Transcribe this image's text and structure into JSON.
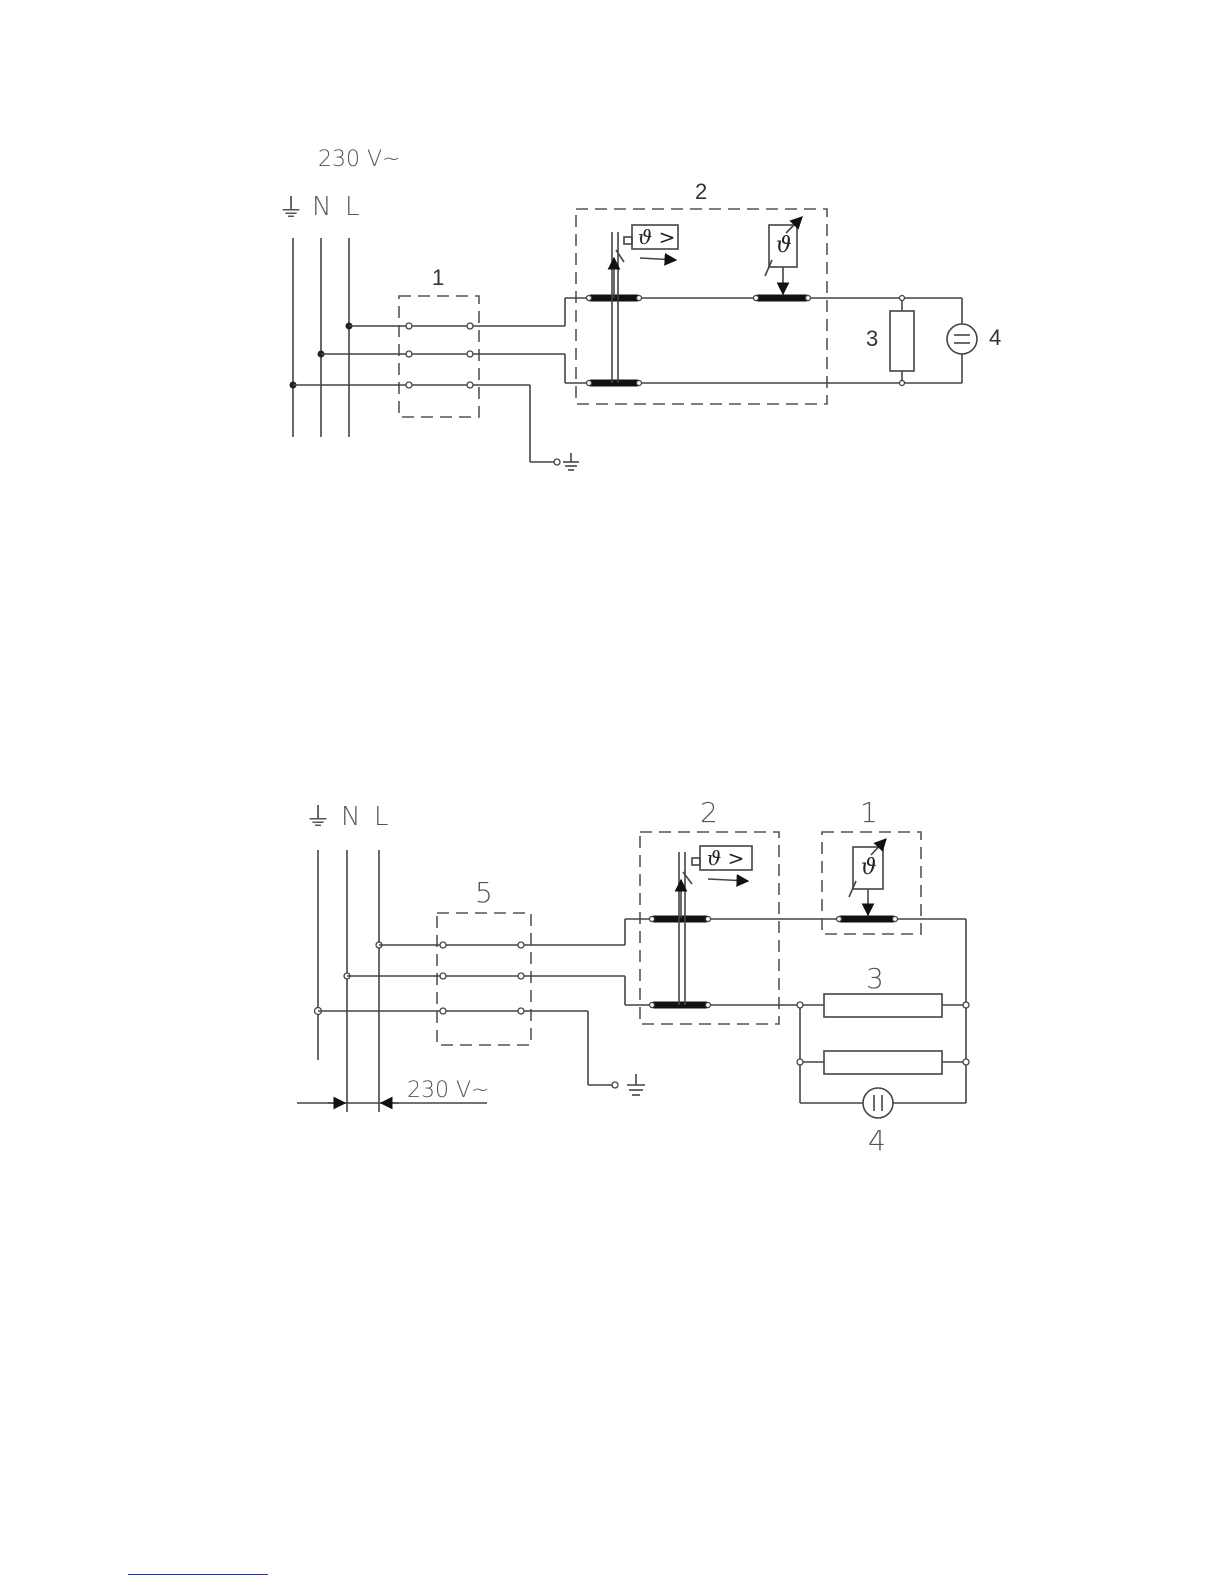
{
  "diagram1": {
    "supply_voltage": "230 V~",
    "conductor_labels": [
      "⏚",
      "N",
      "L"
    ],
    "component_labels": {
      "terminal_block": "1",
      "thermostat_unit": "2",
      "resistor": "3",
      "lamp": "4"
    },
    "sensor_symbol": "ϑ",
    "limiter_symbol": "ϑ >"
  },
  "diagram2": {
    "supply_voltage": "230 V~",
    "conductor_labels": [
      "⏚",
      "N",
      "L"
    ],
    "component_labels": {
      "thermostat_unit": "1",
      "limiter_unit": "2",
      "resistor": "3",
      "lamp": "4",
      "terminal_block": "5"
    },
    "sensor_symbol": "ϑ",
    "limiter_symbol": "ϑ >"
  },
  "colors": {
    "line": "#444444",
    "footer_rule": "#1f2fd0"
  }
}
